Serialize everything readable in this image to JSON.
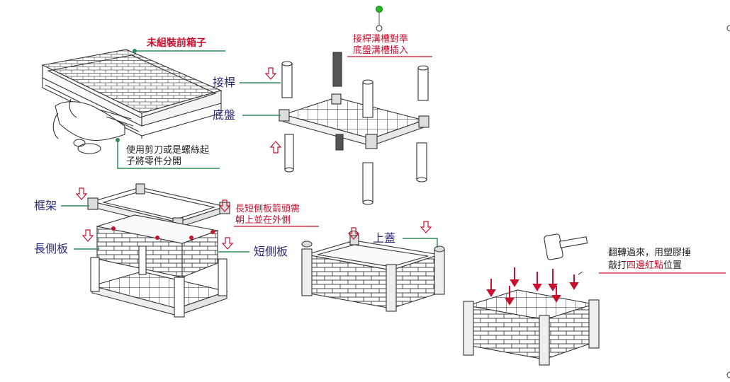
{
  "labels": {
    "unassembled_box": "未組裝前箱子",
    "scissors_note_l1": "使用剪刀或是螺絲起",
    "scissors_note_l2": "子將零件分開",
    "connector": "接桿",
    "base_tray": "底盤",
    "align_l1": "接桿溝槽對準",
    "align_l2": "底盤溝槽插入",
    "frame": "框架",
    "arrow_l1": "長短側板箭頭需",
    "arrow_l2": "朝上並在外側",
    "long_panel": "長側板",
    "short_panel": "短側板",
    "top_cover": "上蓋",
    "flip_l1": "翻轉過來，用塑膠捶",
    "flip_l2_a": "敲打",
    "flip_l2_b": "四邊紅點",
    "flip_l2_c": "位置"
  },
  "colors": {
    "line": "#333333",
    "label_blue": "#2a2a7a",
    "accent_red": "#c8102e",
    "leader_green": "#2e8b57",
    "handle_green": "#22bb22"
  }
}
